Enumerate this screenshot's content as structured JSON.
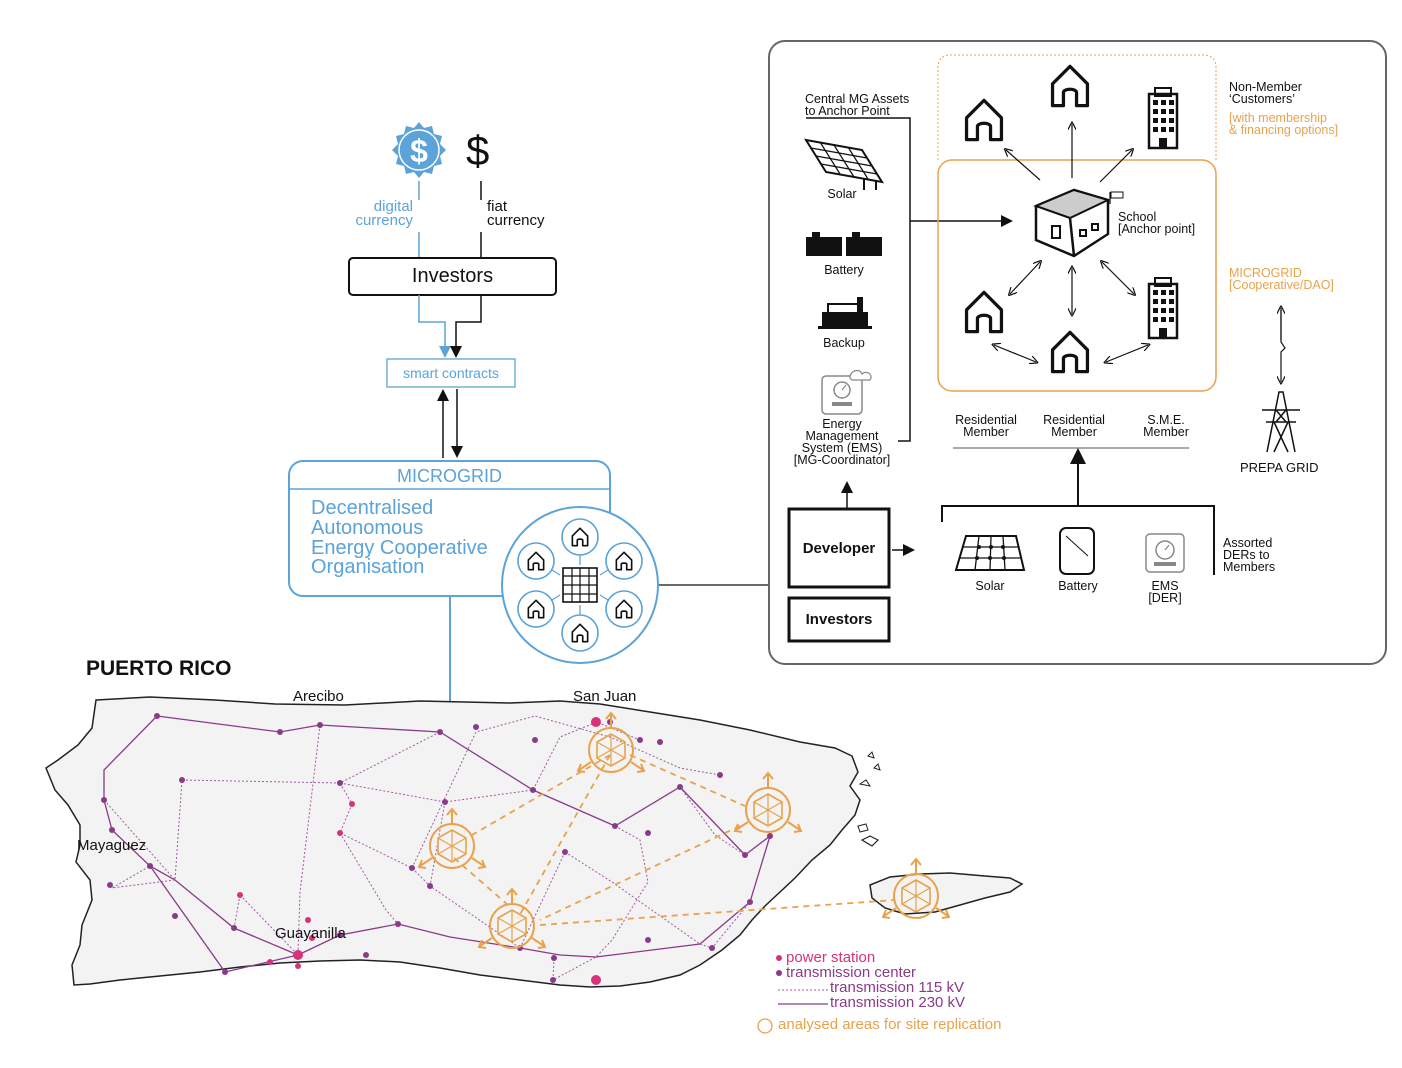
{
  "funding": {
    "digital_currency": "digital\ncurrency",
    "fiat_currency": "fiat\ncurrency",
    "dollar_symbol": "$",
    "investors_label": "Investors",
    "smart_contracts_label": "smart contracts"
  },
  "microgrid_box": {
    "title": "MICROGRID",
    "line1": "Decentralised",
    "line2": "Autonomous",
    "line3": "Energy Cooperative",
    "line4": "Organisation"
  },
  "detail_panel": {
    "central_assets_label": "Central MG Assets\nto Anchor Point",
    "solar_label": "Solar",
    "battery_label": "Battery",
    "backup_label": "Backup",
    "ems_label": "Energy\nManagement\nSystem (EMS)\n[MG-Coordinator]",
    "developer_label": "Developer",
    "investors_label": "Investors",
    "non_member_title": "Non-Member\n‘Customers’",
    "non_member_note": "[with membership\n& financing options]",
    "school_label": "School\n[Anchor point]",
    "microgrid_label": "MICROGRID\n[Cooperative/DAO]",
    "prepa_label": "PREPA GRID",
    "member1": "Residential\nMember",
    "member2": "Residential\nMember",
    "member3": "S.M.E.\nMember",
    "der_solar": "Solar",
    "der_battery": "Battery",
    "der_ems": "EMS\n[DER]",
    "assorted_label": "Assorted\nDERs to\nMembers"
  },
  "map": {
    "title": "PUERTO RICO",
    "cities": [
      "Arecibo",
      "San Juan",
      "Mayaguez",
      "Guayanilla"
    ]
  },
  "legend": {
    "power_station": "power station",
    "transmission_center": "transmission center",
    "t115": "transmission 115 kV",
    "t230": "transmission 230 kV",
    "analysed": "analysed areas for site replication"
  },
  "colors": {
    "blue": "#5ba3d9",
    "orange": "#e8a24c",
    "power_station": "#d6337a",
    "transmission": "#8a3a8a"
  }
}
